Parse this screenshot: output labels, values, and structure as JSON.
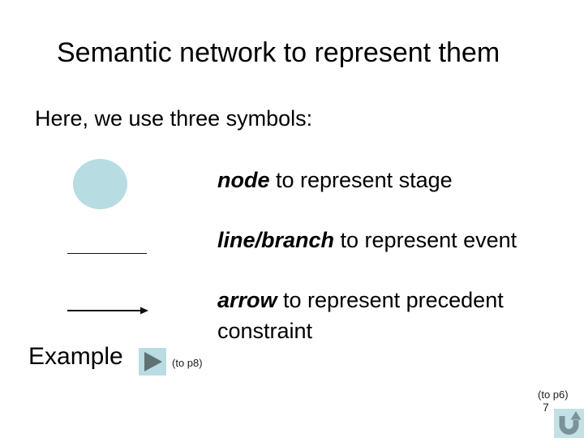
{
  "slide": {
    "title": "Semantic network to represent them",
    "intro": "Here, we use three symbols:",
    "symbols": [
      {
        "icon": "node-circle-symbol",
        "term": "node",
        "rest": " to represent stage"
      },
      {
        "icon": "line-symbol",
        "term": "line/branch",
        "rest": " to represent event"
      },
      {
        "icon": "arrow-symbol",
        "term": "arrow",
        "rest": " to represent precedent constraint"
      }
    ],
    "example": {
      "label": "Example",
      "button_icon": "play-icon",
      "link_caption": "(to p8)"
    },
    "footer": {
      "link_caption": "(to p6)",
      "page_number": "7",
      "button_icon": "return-arrow-icon"
    },
    "colors": {
      "node_fill": "#b7dce2",
      "play_bg": "#b8dce2",
      "play_triangle": "#5f7173",
      "return_bg": "#c3e0e4",
      "return_arrow": "#7c929a"
    }
  }
}
